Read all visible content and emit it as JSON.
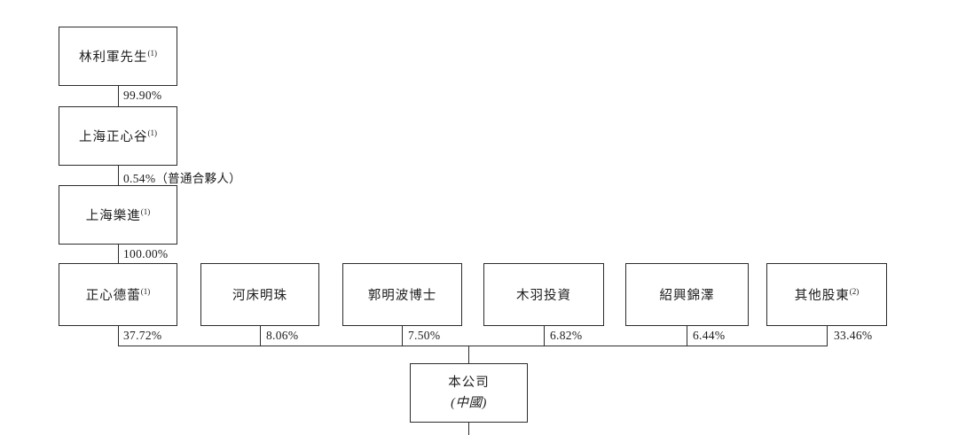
{
  "diagram": {
    "chain": [
      {
        "label": "林利軍先生",
        "note": "(1)",
        "pct": "99.90%"
      },
      {
        "label": "上海正心谷",
        "note": "(1)",
        "pct": "0.54%（普通合夥人）"
      },
      {
        "label": "上海樂進",
        "note": "(1)",
        "pct": "100.00%"
      }
    ],
    "shareholders": [
      {
        "label": "正心德蕾",
        "note": "(1)",
        "pct": "37.72%"
      },
      {
        "label": "河床明珠",
        "note": "",
        "pct": "8.06%"
      },
      {
        "label": "郭明波博士",
        "note": "",
        "pct": "7.50%"
      },
      {
        "label": "木羽投資",
        "note": "",
        "pct": "6.82%"
      },
      {
        "label": "紹興錦澤",
        "note": "",
        "pct": "6.44%"
      },
      {
        "label": "其他股東",
        "note": "(2)",
        "pct": "33.46%"
      }
    ],
    "company": {
      "name": "本公司",
      "region": "(中國)"
    }
  }
}
